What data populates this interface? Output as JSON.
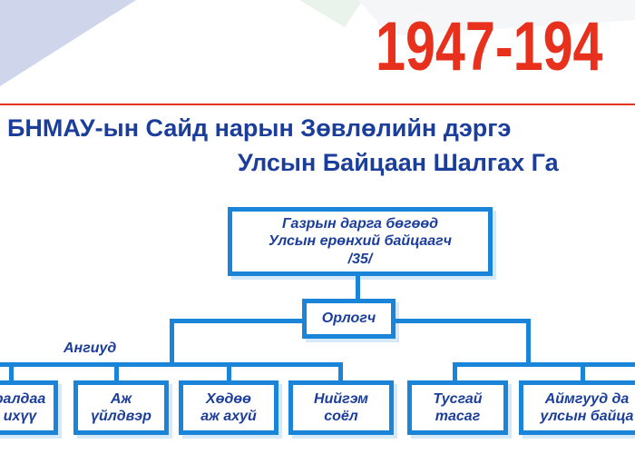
{
  "header": {
    "year": "1947-194",
    "title_line1": "БНМАУ-ын Сайд нарын Зөвлөлийн дэргэ",
    "title_line2": "Улсын Байцаан Шалгах Га"
  },
  "org_chart": {
    "top": {
      "line1": "Газрын дарга бөгөөд",
      "line2": "Улсын ерөнхий байцаагч",
      "line3": "/35/"
    },
    "deputy": "Орлогч",
    "group_label": "Ангиуд",
    "departments": [
      {
        "line1": "ралдаа",
        "line2": "ихүү"
      },
      {
        "line1": "Аж",
        "line2": "үйлдвэр"
      },
      {
        "line1": "Хөдөө",
        "line2": "аж ахуй"
      },
      {
        "line1": "Нийгэм",
        "line2": "соёл"
      },
      {
        "line1": "Тусгай",
        "line2": "тасаг"
      },
      {
        "line1": "Аймгууд да",
        "line2": "улсын байца"
      }
    ]
  },
  "colors": {
    "accent_red": "#e8311d",
    "title_blue": "#1c3e9b",
    "line_blue": "#1a84d8"
  }
}
